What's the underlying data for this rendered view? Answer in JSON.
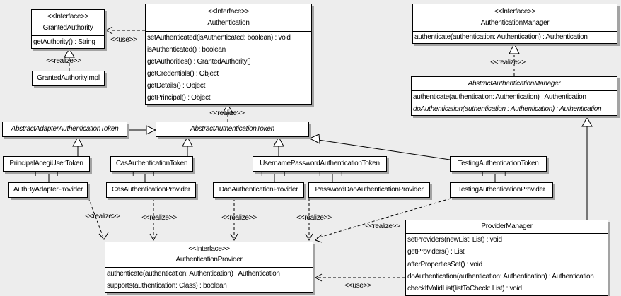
{
  "labels": {
    "use": "<<use>>",
    "realize": "<<realize>>",
    "plus": "+"
  },
  "colors": {
    "background": "#ededed",
    "box_fill": "#ffffff",
    "line": "#000000",
    "shadow": "#a3a3a3"
  },
  "classes": {
    "granted_authority": {
      "stereotype": "<<Interface>>",
      "name": "GrantedAuthority",
      "members": [
        "getAuthority() : String"
      ]
    },
    "granted_authority_impl": {
      "name": "GrantedAuthorityImpl"
    },
    "authentication": {
      "stereotype": "<<Interface>>",
      "name": "Authentication",
      "members": [
        "setAuthenticated(isAuthenticated: boolean) : void",
        "isAuthenticated() : boolean",
        "getAuthorities() : GrantedAuthority[]",
        "getCredentials() : Object",
        "getDetails() : Object",
        "getPrincipal() : Object"
      ]
    },
    "authentication_manager": {
      "stereotype": "<<Interface>>",
      "name": "AuthenticationManager",
      "members": [
        "authenticate(authentication: Authentication) : Authentication"
      ]
    },
    "abstract_authentication_manager": {
      "name": "AbstractAuthenticationManager",
      "members": [
        "authenticate(authentication: Authentication) : Authentication",
        "doAuthentication(authentication : Authentication) : Authentication"
      ]
    },
    "abstract_adapter_authentication_token": {
      "name": "AbstractAdapterAuthenticationToken"
    },
    "abstract_authentication_token": {
      "name": "AbstractAuthenticationToken"
    },
    "principal_acegi_user_token": {
      "name": "PrincipalAcegiUserToken"
    },
    "cas_authentication_token": {
      "name": "CasAuthenticationToken"
    },
    "username_password_authentication_token": {
      "name": "UsernamePasswordAuthenticationToken"
    },
    "testing_authentication_token": {
      "name": "TestingAuthenticationToken"
    },
    "auth_by_adapter_provider": {
      "name": "AuthByAdapterProvider"
    },
    "cas_authentication_provider": {
      "name": "CasAuthenticationProvider"
    },
    "dao_authentication_provider": {
      "name": "DaoAuthenticationProvider"
    },
    "password_dao_authentication_provider": {
      "name": "PasswordDaoAuthenticationProvider"
    },
    "testing_authentication_provider": {
      "name": "TestingAuthenticationProvider"
    },
    "authentication_provider": {
      "stereotype": "<<Interface>>",
      "name": "AuthenticationProvider",
      "members": [
        "authenticate(authentication: Authentication) : Authentication",
        "supports(authentication: Class) : boolean"
      ]
    },
    "provider_manager": {
      "name": "ProviderManager",
      "members": [
        "setProviders(newList: List) : void",
        "getProviders() : List",
        "afterPropertiesSet() : void",
        "doAuthentication(authentication: Authentication) : Authentication",
        "checkIfValidList(listToCheck: List) : void"
      ]
    }
  }
}
